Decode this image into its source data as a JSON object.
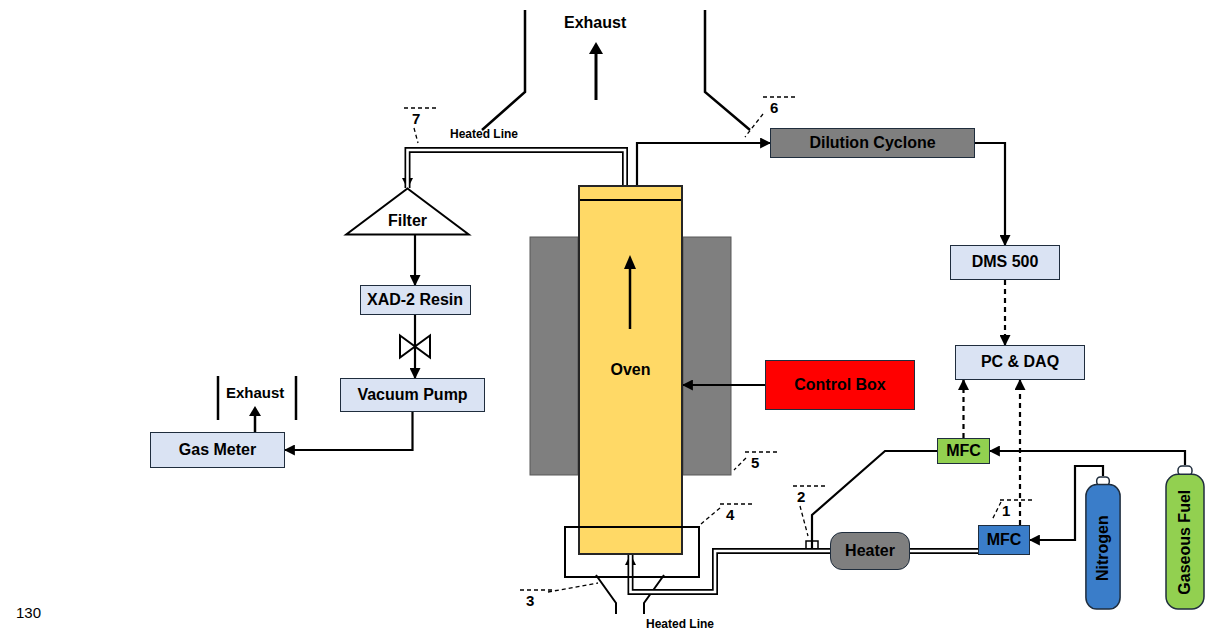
{
  "diagram": {
    "nodes": [
      {
        "text": [
          "Filter"
        ]
      },
      {
        "text": [
          "XAD-2 Resin"
        ]
      },
      {
        "text": [
          "Vacuum Pump"
        ]
      },
      {
        "text": [
          "Gas Meter"
        ]
      },
      {
        "text": [
          "Oven"
        ]
      },
      {
        "text": [
          "Control Box"
        ]
      },
      {
        "text": [
          "Dilution Cyclone"
        ]
      },
      {
        "text": [
          "DMS 500"
        ]
      },
      {
        "text": [
          "PC & DAQ"
        ]
      },
      {
        "text": [
          "MFC"
        ]
      },
      {
        "text": [
          "MFC"
        ]
      },
      {
        "text": [
          "Heater"
        ]
      },
      {
        "text": [
          "Nitrogen"
        ]
      },
      {
        "text": [
          "Gaseous Fuel"
        ]
      }
    ],
    "edges": [
      {
        "from": 4,
        "to": 0,
        "arrow": "to"
      },
      {
        "from": 4,
        "to": 6,
        "arrow": "to"
      },
      {
        "from": 6,
        "to": 7,
        "arrow": "to"
      },
      {
        "from": 7,
        "to": 8,
        "arrow": "to"
      },
      {
        "from": 0,
        "to": 1,
        "arrow": "to"
      },
      {
        "from": 1,
        "to": 2,
        "arrow": "to"
      },
      {
        "from": 2,
        "to": 3,
        "arrow": "to"
      },
      {
        "from": 5,
        "to": 4,
        "arrow": "to"
      },
      {
        "from": 13,
        "to": 9,
        "arrow": "to"
      },
      {
        "from": 9,
        "to": 8,
        "arrow": "to"
      },
      {
        "from": 9,
        "to": 4,
        "arrow": "to"
      },
      {
        "from": 12,
        "to": 10,
        "arrow": "to"
      },
      {
        "from": 10,
        "to": 8,
        "arrow": "to"
      },
      {
        "from": 10,
        "to": 11,
        "arrow": "none"
      },
      {
        "from": 11,
        "to": 4,
        "arrow": "none"
      }
    ],
    "labels": [
      "Exhaust",
      "7",
      "Heated Line",
      "6",
      "5",
      "Exhaust",
      "4",
      "2",
      "1",
      "3",
      "Heated Line",
      "130"
    ]
  }
}
